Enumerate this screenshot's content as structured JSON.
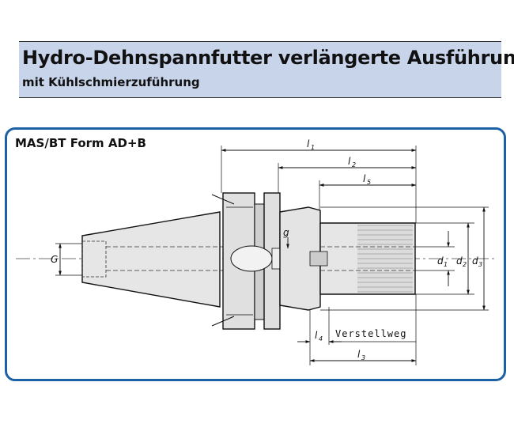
{
  "header": {
    "title": "Hydro-Dehnspannfutter verlängerte Ausführung",
    "subtitle": "mit Kühlschmierzuführung"
  },
  "drawing": {
    "label": "MAS/BT Form AD+B",
    "dims": {
      "l1": {
        "main": "l",
        "sub": "1"
      },
      "l2": {
        "main": "l",
        "sub": "2"
      },
      "l5": {
        "main": "l",
        "sub": "5"
      },
      "l4": {
        "main": "l",
        "sub": "4"
      },
      "l3": {
        "main": "l",
        "sub": "3"
      },
      "g": "g",
      "G": "G",
      "d1": {
        "main": "d",
        "sub": "1"
      },
      "d2": {
        "main": "d",
        "sub": "2"
      },
      "d3": {
        "main": "d",
        "sub": "3"
      }
    },
    "note": "Verstellweg"
  }
}
